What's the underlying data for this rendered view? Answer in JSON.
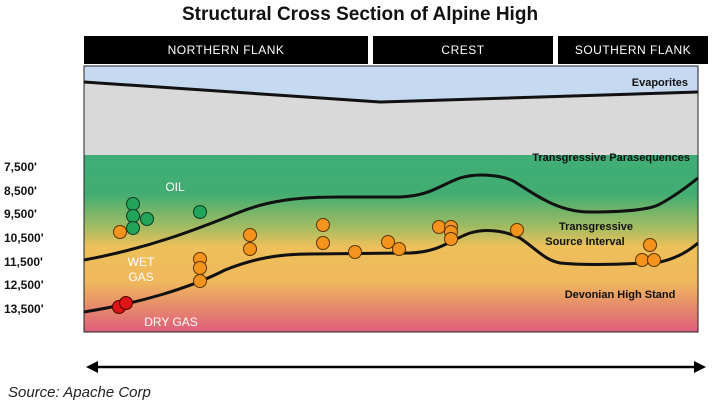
{
  "title": "Structural Cross Section of Alpine High",
  "header_bands": [
    {
      "label": "NORTHERN FLANK"
    },
    {
      "label": "CREST"
    },
    {
      "label": "SOUTHERN FLANK"
    }
  ],
  "depth_labels": [
    "7,500'",
    "8,500'",
    "9,500'",
    "10,500'",
    "11,500'",
    "12,500'",
    "13,500'"
  ],
  "fluid_zones": [
    "OIL",
    "WET",
    "GAS",
    "DRY GAS"
  ],
  "units": {
    "evaporites": "Evaporites",
    "parasequences": "Transgressive Parasequences",
    "source_interval_1": "Transgressive",
    "source_interval_2": "Source Interval",
    "high_stand": "Devonian High Stand"
  },
  "source": "Source: Apache Corp",
  "colors": {
    "evaporites": "#c5d9f1",
    "grey_layer": "#d9d9d9",
    "oil_zone": "#3fae76",
    "wet_gas_zone": "#f3bf57",
    "dry_gas_zone": "#e0647c",
    "oil_well": "#22a45a",
    "gas_well": "#f5941d",
    "dry_gas_well": "#dd1515"
  }
}
